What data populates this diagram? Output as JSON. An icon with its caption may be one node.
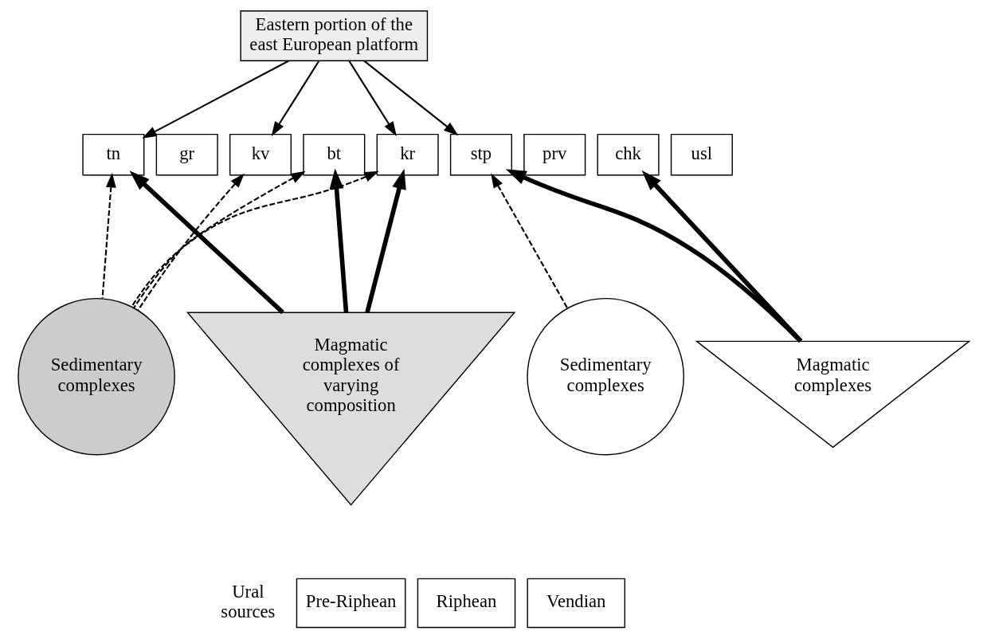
{
  "diagram": {
    "nodes": [
      {
        "text": [
          "Eastern portion of the east European platform"
        ]
      },
      {
        "text": [
          "tn"
        ]
      },
      {
        "text": [
          "gr"
        ]
      },
      {
        "text": [
          "kv"
        ]
      },
      {
        "text": [
          "bt"
        ]
      },
      {
        "text": [
          "kr"
        ]
      },
      {
        "text": [
          "stp"
        ]
      },
      {
        "text": [
          "prv"
        ]
      },
      {
        "text": [
          "chk"
        ]
      },
      {
        "text": [
          "usl"
        ]
      },
      {
        "text": [
          "Magmatic complexes of varying composition"
        ]
      },
      {
        "text": [
          "Sedimentary complexes"
        ]
      },
      {
        "text": [
          "Magmatic complexes"
        ]
      },
      {
        "text": [
          "Sedimentary complexes"
        ]
      },
      {
        "text": [
          "Pre-Riphean"
        ]
      },
      {
        "text": [
          "Riphean"
        ]
      },
      {
        "text": [
          "Vendian"
        ]
      }
    ],
    "edges": [
      {
        "from": 0,
        "to": 1,
        "arrow": "to"
      },
      {
        "from": 0,
        "to": 3,
        "arrow": "to"
      },
      {
        "from": 0,
        "to": 5,
        "arrow": "to"
      },
      {
        "from": 0,
        "to": 6,
        "arrow": "to"
      },
      {
        "from": 10,
        "to": 1,
        "arrow": "to",
        "style": "thick"
      },
      {
        "from": 10,
        "to": 4,
        "arrow": "to",
        "style": "thick"
      },
      {
        "from": 10,
        "to": 5,
        "arrow": "to",
        "style": "thick"
      },
      {
        "from": 11,
        "to": 1,
        "arrow": "to",
        "style": "dashed"
      },
      {
        "from": 11,
        "to": 3,
        "arrow": "to",
        "style": "dashed"
      },
      {
        "from": 11,
        "to": 4,
        "arrow": "to",
        "style": "dashed"
      },
      {
        "from": 11,
        "to": 5,
        "arrow": "to",
        "style": "dashed"
      },
      {
        "from": 12,
        "to": 6,
        "arrow": "to",
        "style": "thick"
      },
      {
        "from": 12,
        "to": 8,
        "arrow": "to",
        "style": "thick"
      },
      {
        "from": 13,
        "to": 6,
        "arrow": "to",
        "style": "dashed"
      }
    ],
    "labels": [
      "Ural sources"
    ]
  }
}
